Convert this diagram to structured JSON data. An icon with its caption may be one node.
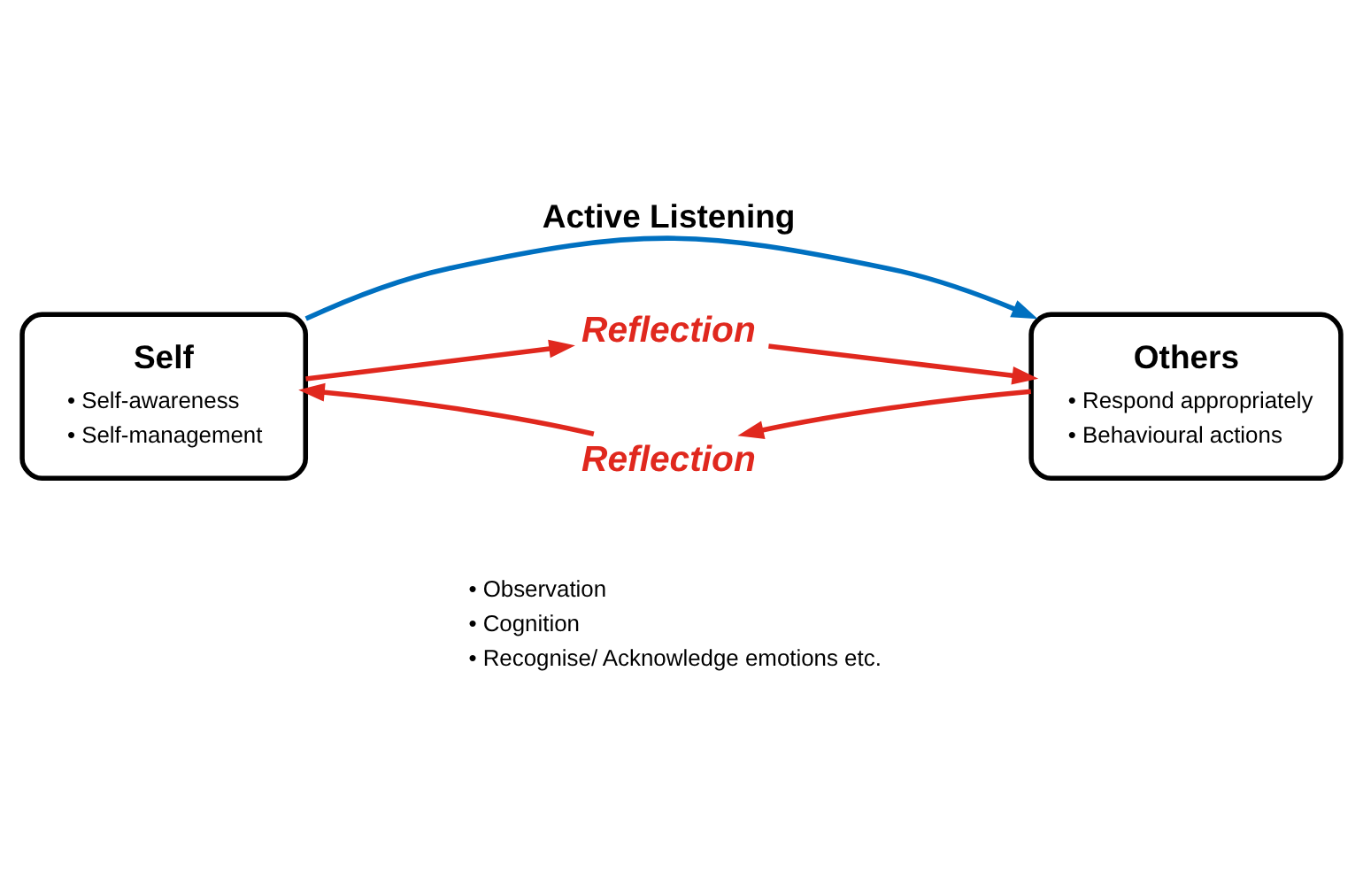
{
  "diagram": {
    "nodes": [
      {
        "text": [
          "Self",
          "• Self-awareness",
          "• Self-management"
        ]
      },
      {
        "text": [
          "Others",
          "• Respond appropriately",
          "• Behavioural actions"
        ]
      },
      {
        "text": [
          "Reflection"
        ]
      },
      {
        "text": [
          "Reflection"
        ]
      }
    ],
    "edges": [
      {
        "from": 0,
        "to": 2,
        "arrow": "to",
        "color": "#e0281e"
      },
      {
        "from": 2,
        "to": 1,
        "arrow": "to",
        "color": "#e0281e"
      },
      {
        "from": 1,
        "to": 3,
        "arrow": "to",
        "color": "#e0281e"
      },
      {
        "from": 3,
        "to": 0,
        "arrow": "to",
        "color": "#e0281e"
      },
      {
        "from": 0,
        "to": 1,
        "arrow": "to",
        "label": "Active Listening",
        "color": "#0070c0"
      }
    ],
    "labels": [
      "• Observation",
      "• Cognition",
      "• Recognise/ Acknowledge emotions etc."
    ]
  }
}
